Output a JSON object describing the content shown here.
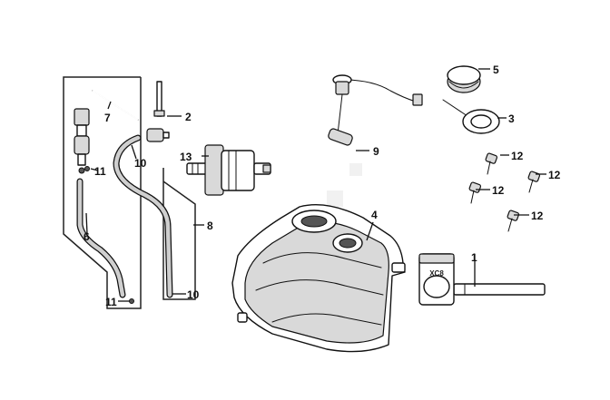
{
  "callouts": {
    "c1": "1",
    "c2": "2",
    "c3": "3",
    "c4": "4",
    "c5": "5",
    "c6": "6",
    "c7": "7",
    "c8": "8",
    "c9": "9",
    "c10a": "10",
    "c10b": "10",
    "c11a": "11",
    "c11b": "11",
    "c12a": "12",
    "c12b": "12",
    "c12c": "12",
    "c12d": "12",
    "c13": "13"
  },
  "tag_label": "XC8"
}
